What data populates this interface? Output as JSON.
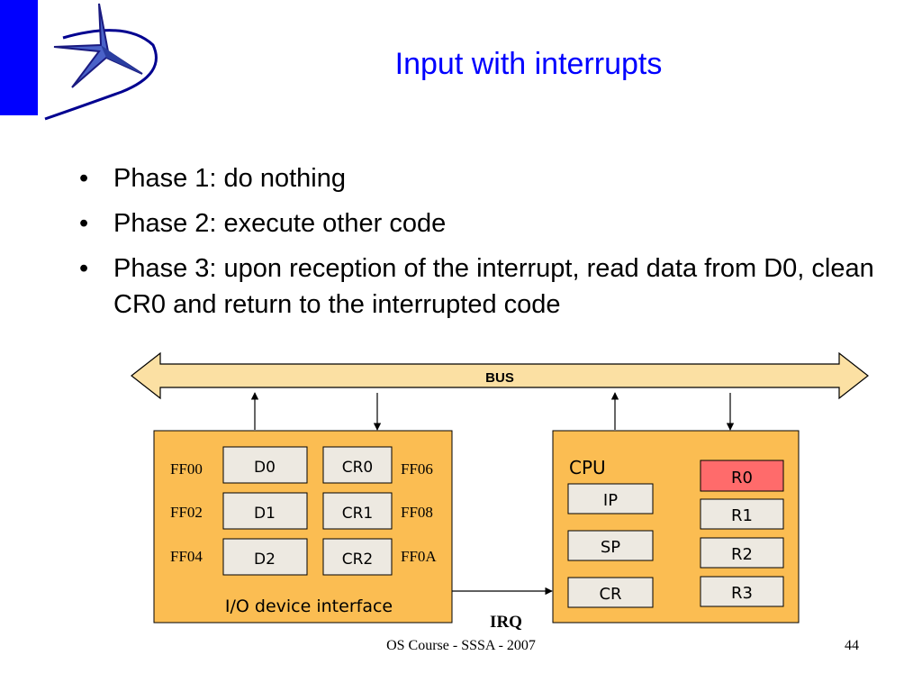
{
  "title": "Input with interrupts",
  "bullets": [
    "Phase 1: do nothing",
    "Phase 2: execute other code",
    "Phase 3: upon reception of the interrupt, read data from D0, clean CR0 and return to the interrupted code"
  ],
  "diagram": {
    "bus_label": "BUS",
    "io": {
      "label": "I/O device interface",
      "data_regs": [
        "D0",
        "D1",
        "D2"
      ],
      "ctrl_regs": [
        "CR0",
        "CR1",
        "CR2"
      ],
      "left_addrs": [
        "FF00",
        "FF02",
        "FF04"
      ],
      "right_addrs": [
        "FF06",
        "FF08",
        "FF0A"
      ]
    },
    "cpu": {
      "label": "CPU",
      "left_regs": [
        "IP",
        "SP",
        "CR"
      ],
      "right_regs": [
        "R0",
        "R1",
        "R2",
        "R3"
      ]
    },
    "irq_label": "IRQ",
    "colors": {
      "bus_fill": "#fbe0a3",
      "box_fill": "#fbbd52",
      "reg_fill": "#ede9e1",
      "highlight": "#ff6b6b"
    }
  },
  "footer": {
    "center": "OS Course - SSSA - 2007",
    "page": "44"
  }
}
